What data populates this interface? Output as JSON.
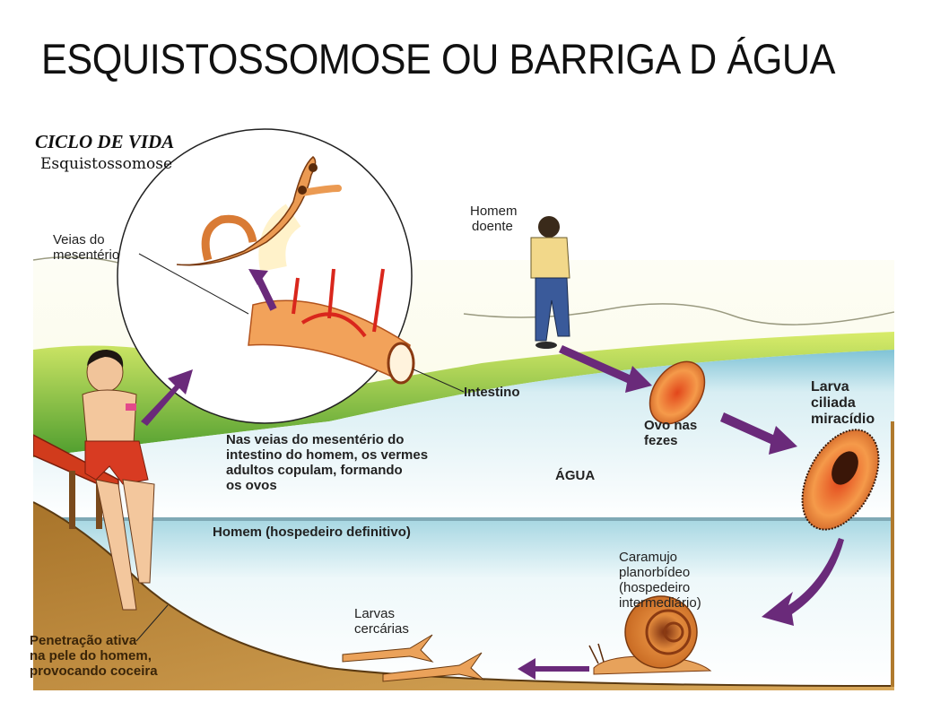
{
  "slide": {
    "title": "ESQUISTOSSOMOSE OU BARRIGA D ÁGUA"
  },
  "diagram": {
    "heading": "CICLO DE VIDA",
    "subheading": "Esquistossomose",
    "labels": {
      "mesenteric_veins": [
        "Veias do",
        "mesentério"
      ],
      "sick_man": [
        "Homem",
        "doente"
      ],
      "intestine": "Intestino",
      "egg": [
        "Ovo nas",
        "fezes"
      ],
      "miracidium": [
        "Larva",
        "ciliada",
        "miracídio"
      ],
      "adult_worms": [
        "Nas veias do mesentério do",
        "intestino do homem, os vermes",
        "adultos copulam, formando",
        "os ovos"
      ],
      "water": "ÁGUA",
      "definitive_host": "Homem (hospedeiro definitivo)",
      "snail": [
        "Caramujo",
        "planorbídeo",
        "(hospedeiro",
        "intermediário)"
      ],
      "cercariae": [
        "Larvas",
        "cercárias"
      ],
      "penetration": [
        "Penetração ativa",
        "na pele do homem,",
        "provocando coceira"
      ]
    },
    "colors": {
      "arrow": "#6a2a7a",
      "water": "#9fd3e0",
      "grass": "#6db33f",
      "soil": "#b9873d",
      "worm": "#e7944a",
      "vein": "#d9261c"
    }
  }
}
